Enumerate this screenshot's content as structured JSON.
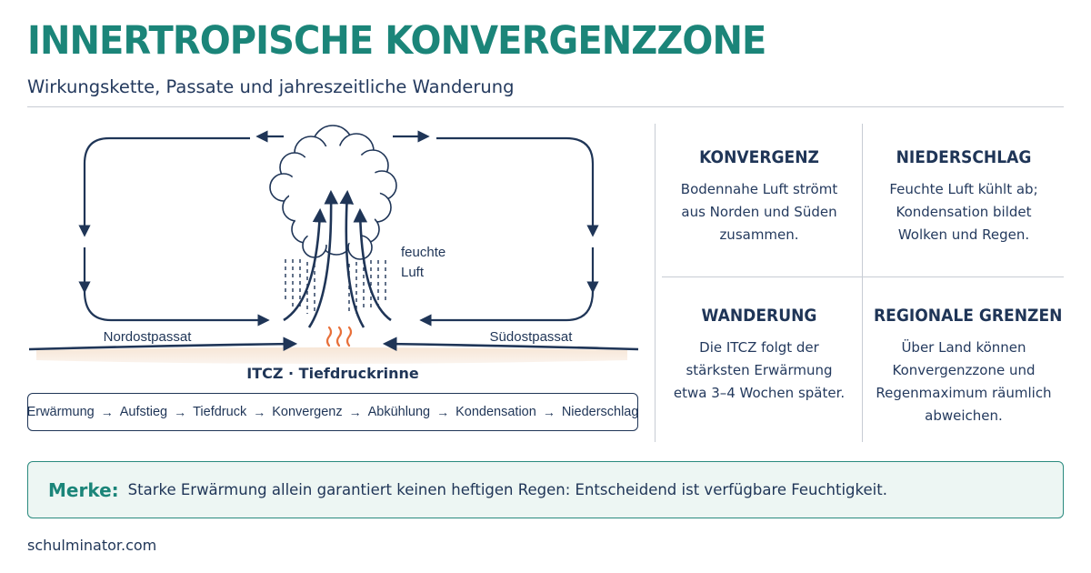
{
  "header": {
    "title": "INNERTROPISCHE KONVERGENZZONE",
    "subtitle": "Wirkungskette, Passate und jahreszeitliche Wanderung"
  },
  "diagram": {
    "label_left": "Nordostpassat",
    "label_right": "Südostpassat",
    "label_moist_line1": "feuchte",
    "label_moist_line2": "Luft",
    "label_itcz": "ITCZ · Tiefdruckrinne"
  },
  "chain": {
    "steps": [
      "Erwärmung",
      "Aufstieg",
      "Tiefdruck",
      "Konvergenz",
      "Abkühlung",
      "Kondensation",
      "Niederschlag"
    ],
    "separator": "→"
  },
  "cards": [
    {
      "title": "KONVERGENZ",
      "lines": [
        "Bodennahe Luft strömt",
        "aus Norden und Süden",
        "zusammen."
      ]
    },
    {
      "title": "NIEDERSCHLAG",
      "lines": [
        "Feuchte Luft kühlt ab;",
        "Kondensation bildet",
        "Wolken und Regen."
      ]
    },
    {
      "title": "WANDERUNG",
      "lines": [
        "Die ITCZ folgt der",
        "stärksten Erwärmung",
        "etwa 3–4 Wochen später."
      ]
    },
    {
      "title": "REGIONALE GRENZEN",
      "lines": [
        "Über Land können",
        "Konvergenzzone und",
        "Regenmaximum räumlich",
        "abweichen."
      ]
    }
  ],
  "note": {
    "label": "Merke:",
    "text": "Starke Erwärmung allein garantiert keinen heftigen Regen: Entscheidend ist verfügbare Feuchtigkeit."
  },
  "footer": {
    "site": "schulminator.com"
  },
  "colors": {
    "accent": "#1b8579",
    "navy": "#1f3557",
    "heat": "#e8703a",
    "ground": "#f7e9dc",
    "note_bg": "#edf6f3"
  }
}
